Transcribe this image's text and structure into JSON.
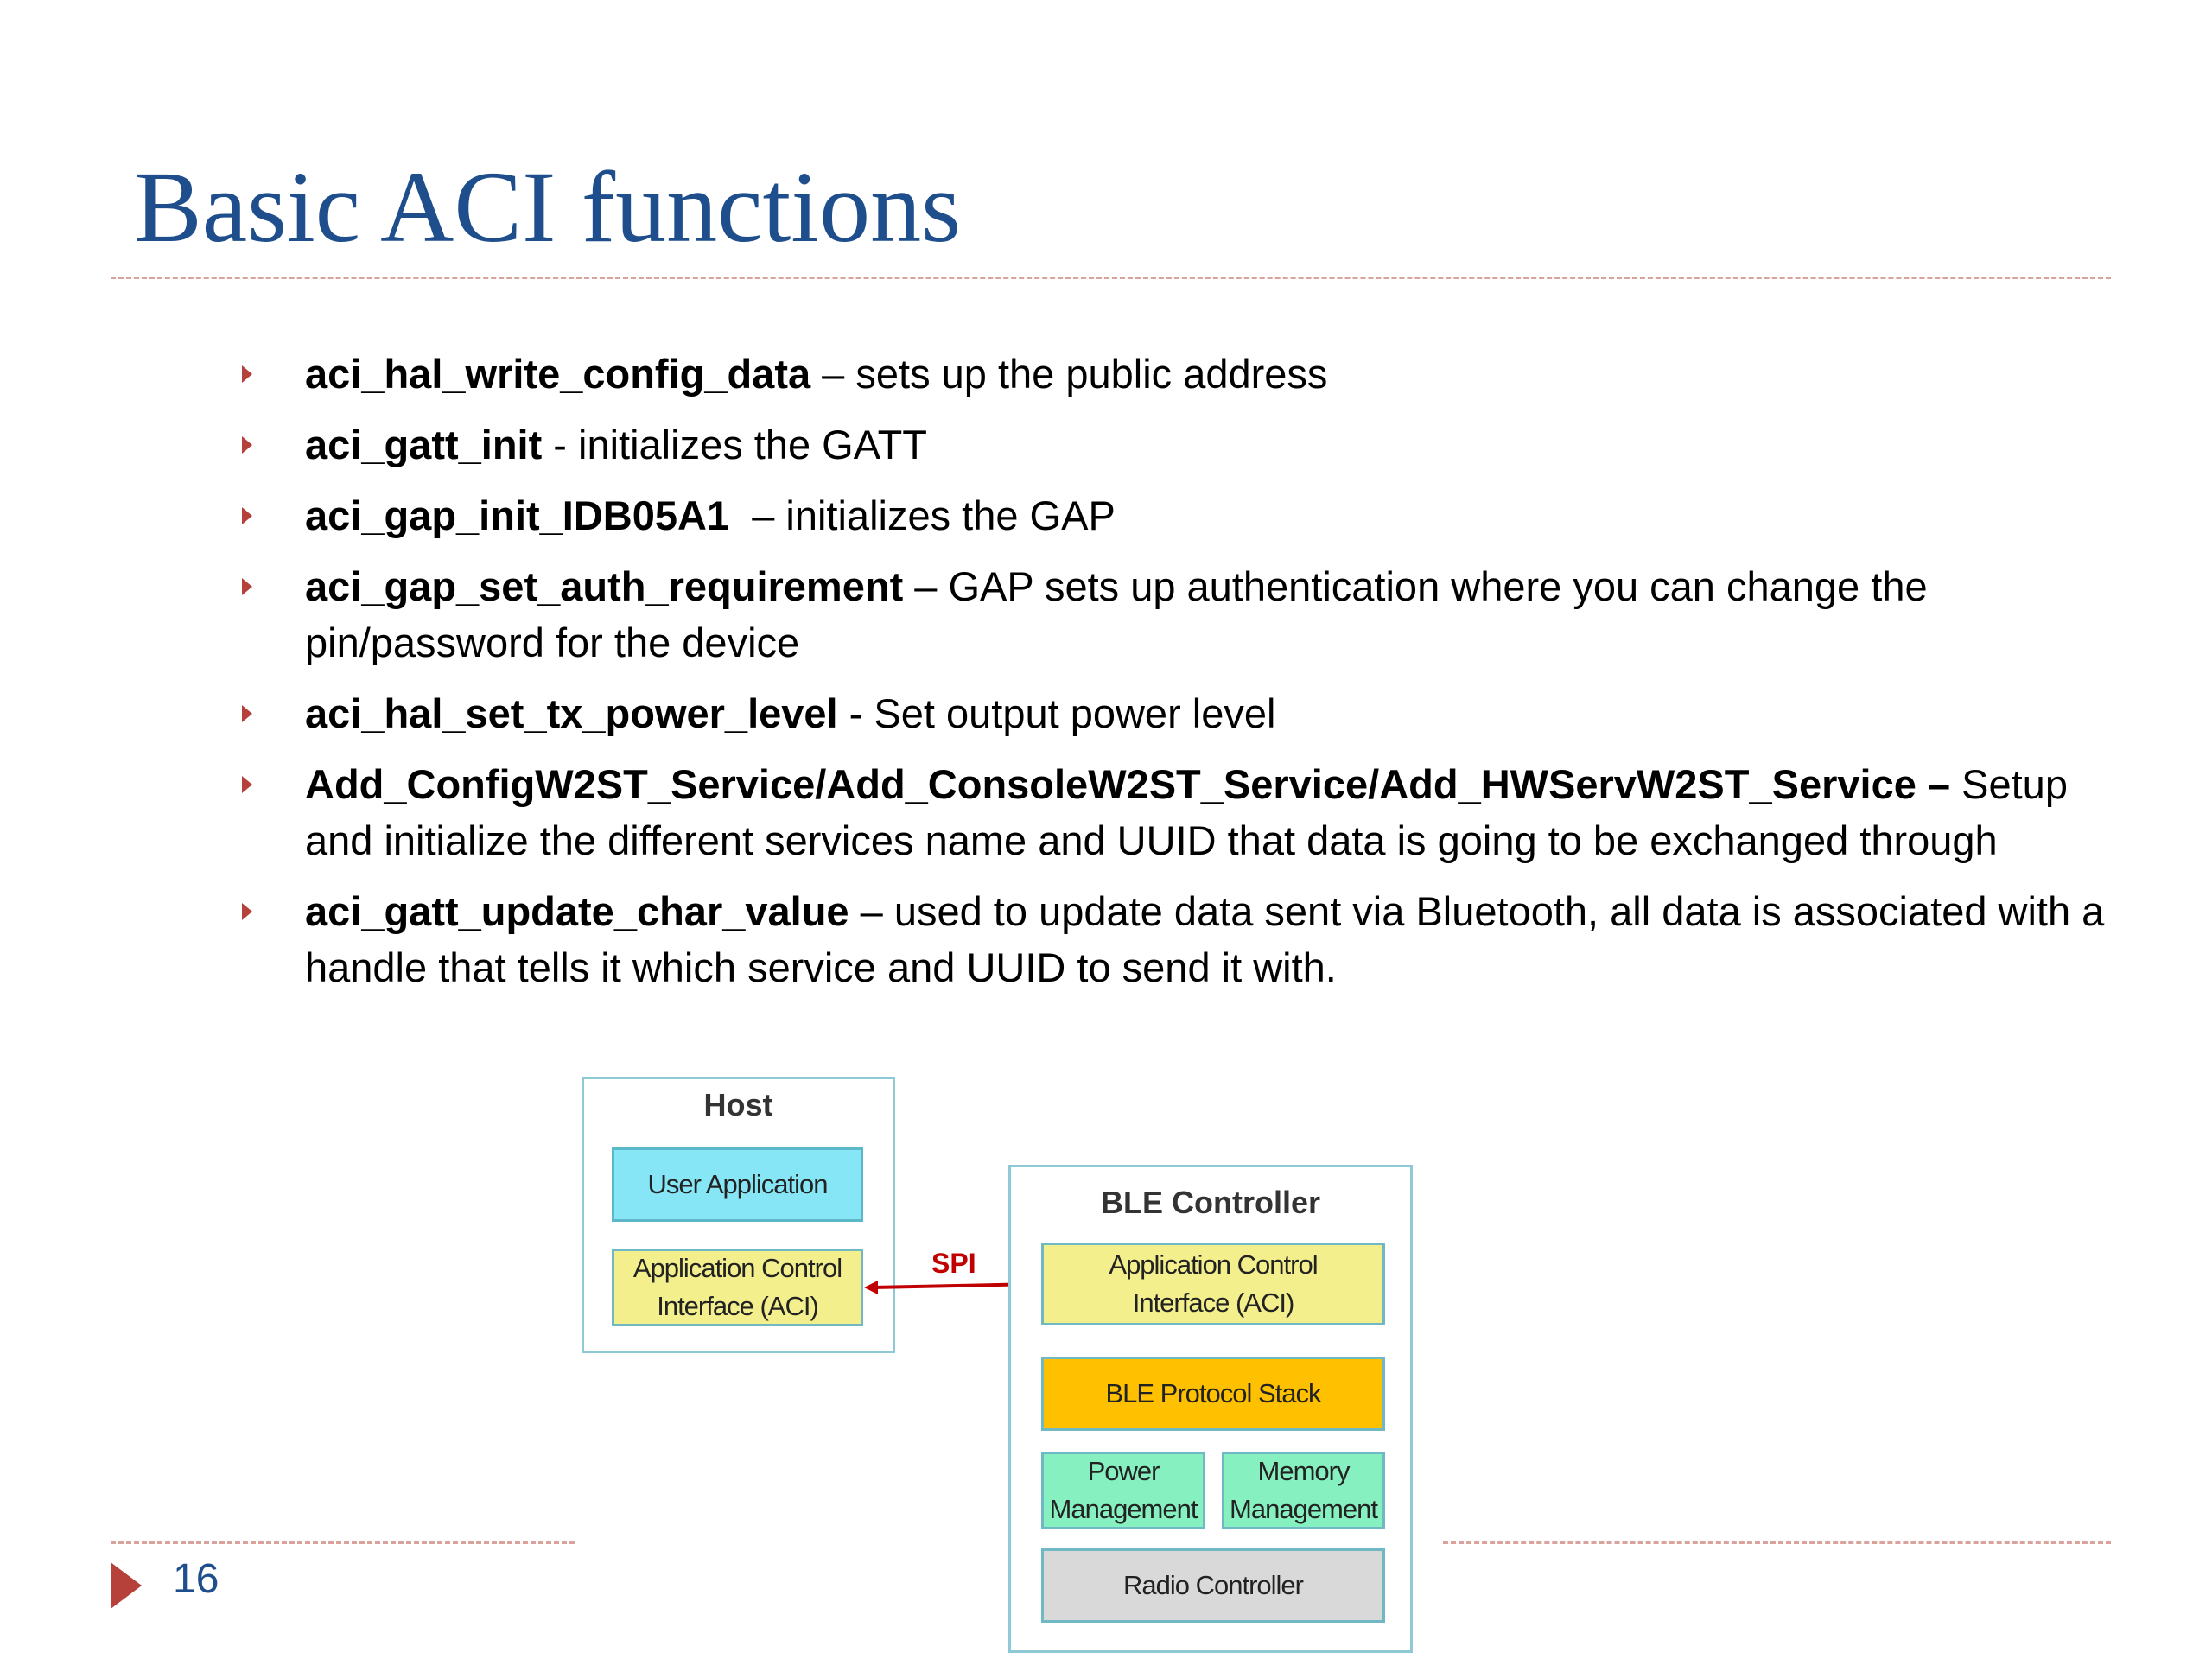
{
  "slide": {
    "title": "Basic ACI functions",
    "page_number": "16"
  },
  "bullets": [
    {
      "term": "aci_hal_write_config_data",
      "desc": " – sets up the public address"
    },
    {
      "term": "aci_gatt_init",
      "desc": " - initializes the GATT"
    },
    {
      "term": "aci_gap_init_IDB05A1",
      "desc": "  – initializes the GAP"
    },
    {
      "term": "aci_gap_set_auth_requirement",
      "desc": " – GAP sets up authentication where you can change the pin/password for the device"
    },
    {
      "term": "aci_hal_set_tx_power_level",
      "desc": " - Set output power level"
    },
    {
      "term": "Add_ConfigW2ST_Service/Add_ConsoleW2ST_Service/Add_HWServW2ST_Service –",
      "desc": " Setup and initialize the different services name and UUID that data is going to be exchanged through"
    },
    {
      "term": "aci_gatt_update_char_value",
      "desc": " – used to update data sent via Bluetooth, all data is associated with a handle that tells it which service and UUID to send it with."
    }
  ],
  "diagram": {
    "host": {
      "label": "Host",
      "user_application": "User Application",
      "aci": "Application Control Interface (ACI)"
    },
    "link_label": "SPI",
    "controller": {
      "label": "BLE Controller",
      "aci": "Application Control Interface (ACI)",
      "protocol_stack": "BLE Protocol Stack",
      "power_management": "Power Management",
      "memory_management": "Memory Management",
      "radio_controller": "Radio Controller"
    },
    "colors": {
      "panel_border": "#8fc9d6",
      "user_application": "#86e6f6",
      "aci": "#f3ef8c",
      "protocol_stack": "#ffc000",
      "management": "#86f0c0",
      "radio": "#d9d9d9",
      "spi_arrow": "#c00000"
    }
  }
}
